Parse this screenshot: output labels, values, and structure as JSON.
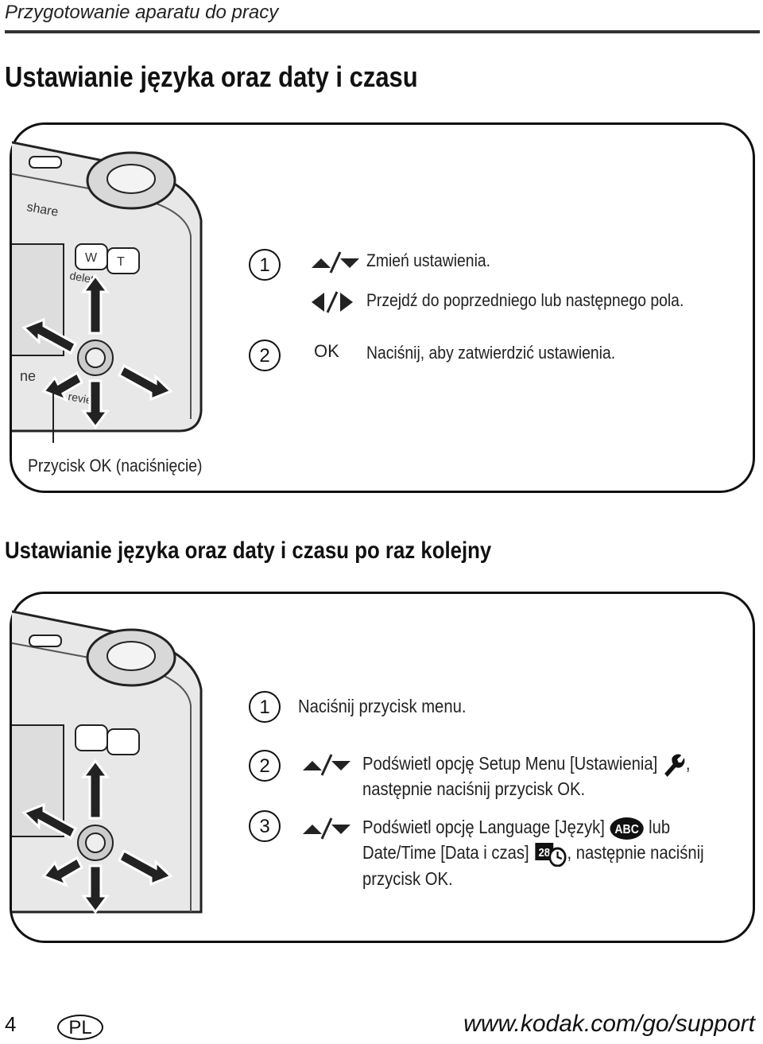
{
  "header": {
    "chapter": "Przygotowanie aparatu do pracy"
  },
  "section1": {
    "title": "Ustawianie języka oraz daty i czasu",
    "steps": [
      {
        "num": "1",
        "text": "Zmień ustawienia."
      },
      {
        "text": "Przejdź do poprzedniego lub następnego pola."
      },
      {
        "num": "2",
        "key": "OK",
        "text": "Naciśnij, aby zatwierdzić ustawienia."
      }
    ],
    "callout": "Przycisk OK (naciśnięcie)"
  },
  "section2": {
    "title": "Ustawianie języka oraz daty i czasu po raz kolejny",
    "steps": [
      {
        "num": "1",
        "text": "Naciśnij przycisk menu."
      },
      {
        "num": "2",
        "line1": "Podświetl opcję Setup Menu [Ustawienia]",
        "line1_end": ",",
        "line2": "następnie naciśnij przycisk OK."
      },
      {
        "num": "3",
        "line1a": "Podświetl opcję Language [Język]",
        "line1b": "lub",
        "line2a": "Date/Time [Data i czas]",
        "line2b": ", następnie naciśnij",
        "line3": "przycisk OK."
      }
    ]
  },
  "camera_labels": {
    "share": "share",
    "delete": "delete",
    "review": "review",
    "w": "W",
    "t": "T",
    "ne": "ne"
  },
  "icons": {
    "up_down": "up-down-arrows-icon",
    "left_right": "left-right-arrows-icon",
    "wrench": "wrench-icon",
    "abc": "ABC",
    "date": "28"
  },
  "footer": {
    "page": "4",
    "lang": "PL",
    "url": "www.kodak.com/go/support"
  }
}
